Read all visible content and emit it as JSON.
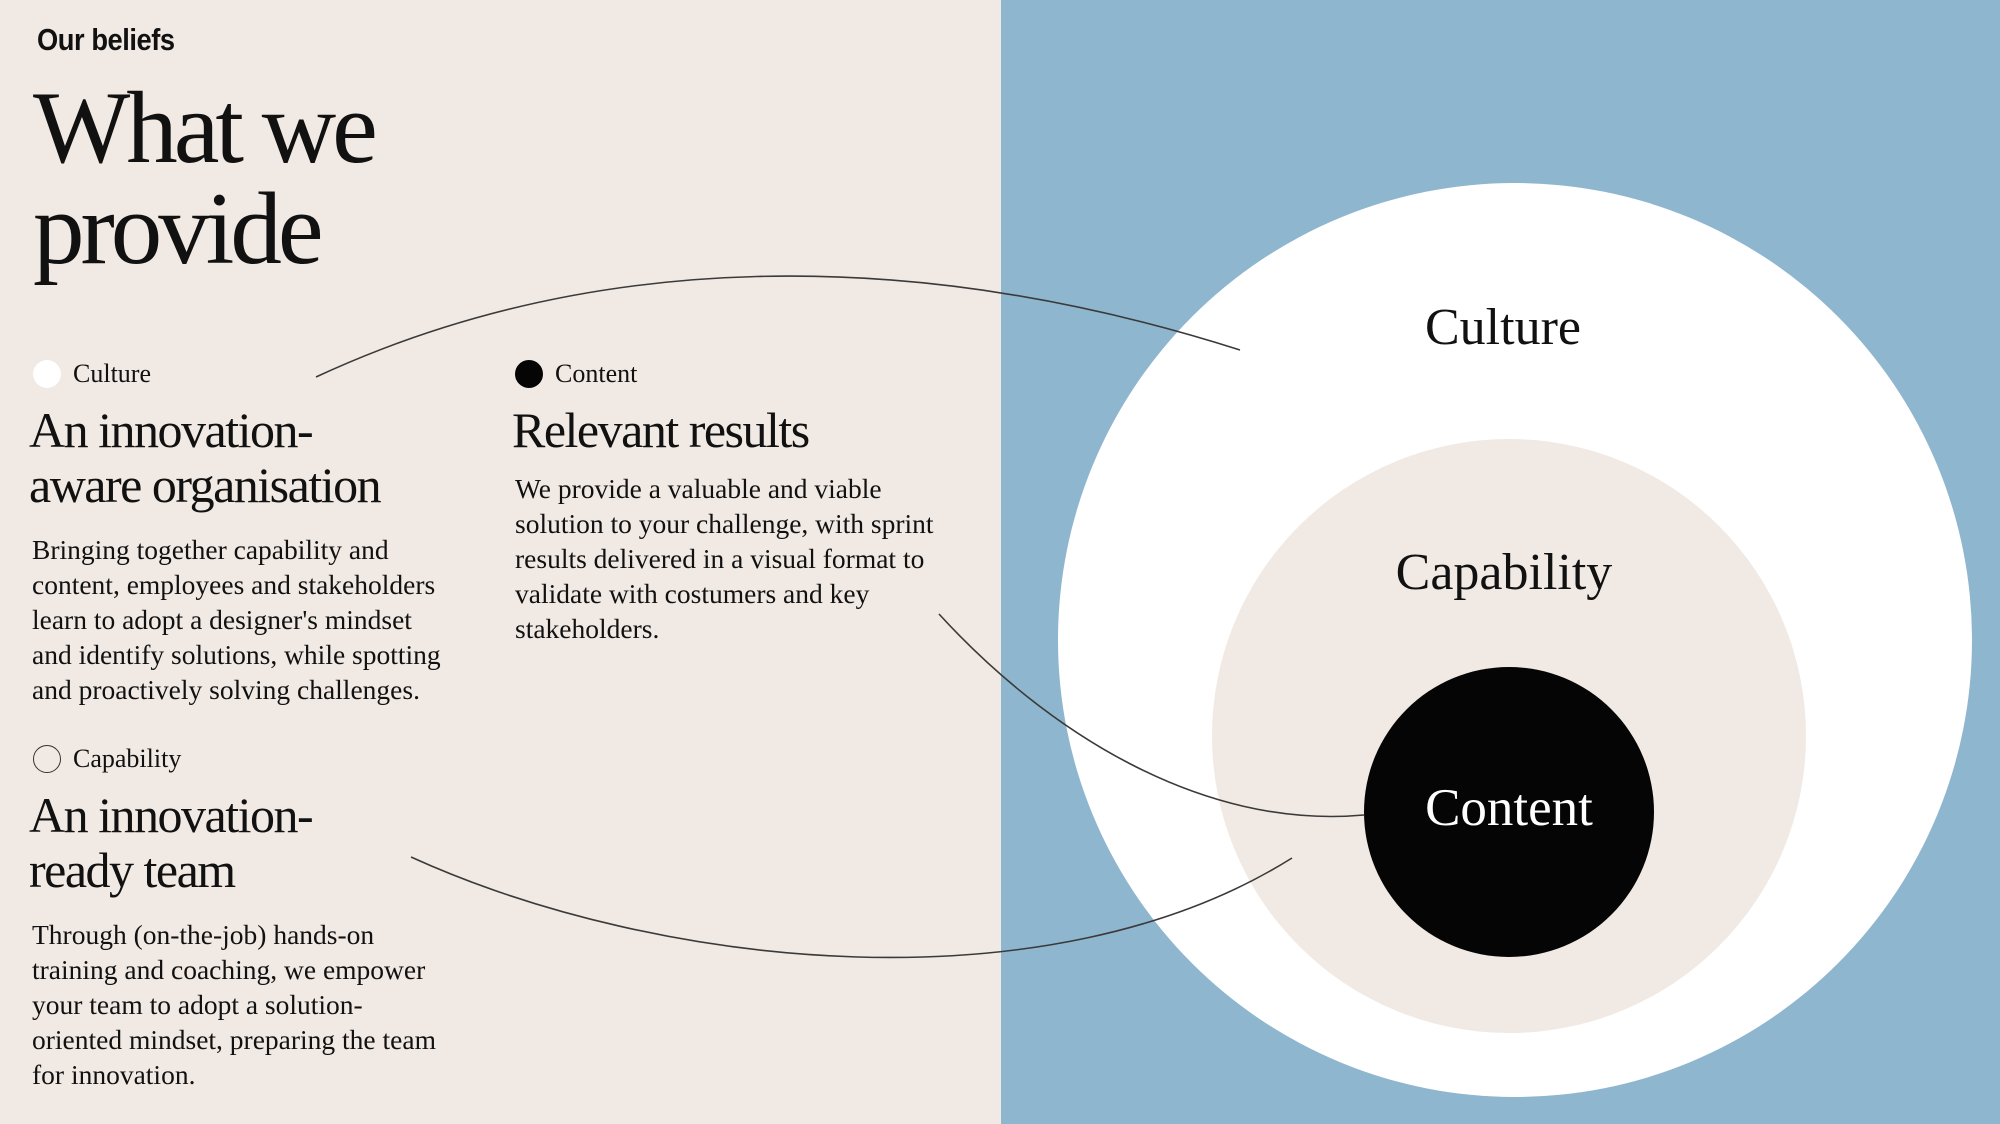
{
  "eyebrow": "Our beliefs",
  "title_lines": [
    "What we",
    "provide"
  ],
  "sections": {
    "culture": {
      "tag": "Culture",
      "heading_lines": [
        "An innovation-",
        "aware organisation"
      ],
      "body_lines": [
        "Bringing together capability and",
        "content, employees and stakeholders",
        "learn to adopt a designer's mindset",
        "and identify solutions, while spotting",
        "and proactively solving challenges."
      ]
    },
    "content": {
      "tag": "Content",
      "heading_lines": [
        "Relevant results"
      ],
      "body_lines": [
        "We provide a valuable and viable",
        "solution to your challenge, with sprint",
        "results delivered in a visual format to",
        "validate with costumers and key",
        "stakeholders."
      ]
    },
    "capability": {
      "tag": "Capability",
      "heading_lines": [
        "An innovation-",
        "ready team"
      ],
      "body_lines": [
        "Through (on-the-job) hands-on",
        "training and coaching, we empower",
        "your team to adopt a solution-",
        "oriented mindset, preparing the team",
        "for innovation."
      ]
    }
  },
  "diagram": {
    "outer_label": "Culture",
    "middle_label": "Capability",
    "inner_label": "Content"
  },
  "colors": {
    "background": "#f1e9e3",
    "right_panel": "#8fb6cf",
    "outer_circle": "#ffffff",
    "middle_circle": "#f1e9e3",
    "inner_circle": "#050505",
    "connector": "#3a3a3a"
  }
}
